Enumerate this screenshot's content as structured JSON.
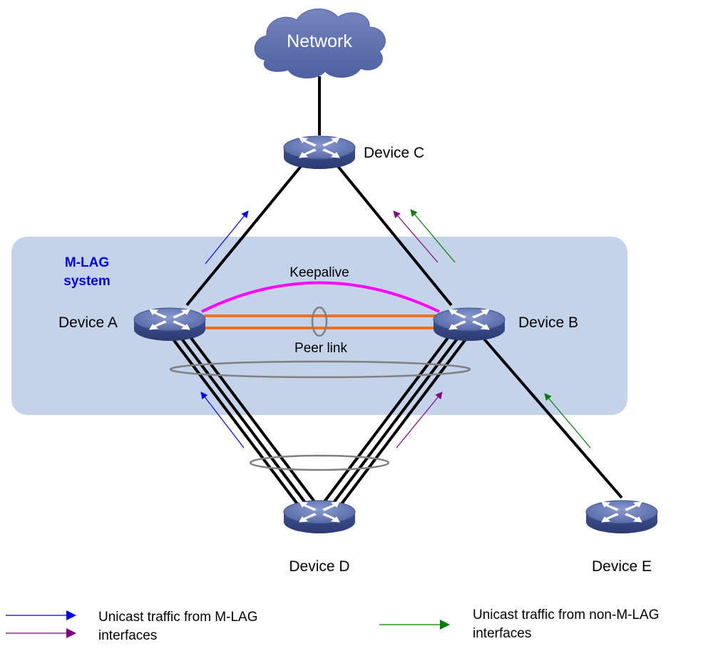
{
  "network": {
    "label": "Network"
  },
  "devices": {
    "a": "Device A",
    "b": "Device B",
    "c": "Device C",
    "d": "Device D",
    "e": "Device E"
  },
  "mlag_system": {
    "line1": "M-LAG",
    "line2": "system"
  },
  "links": {
    "keepalive": "Keepalive",
    "peer_link": "Peer link"
  },
  "legend": {
    "mlag_line1": "Unicast traffic from M-LAG",
    "mlag_line2": "interfaces",
    "non_mlag_line1": "Unicast traffic from non-M-LAG",
    "non_mlag_line2": "interfaces"
  },
  "colors": {
    "mlag_box": "#c5d3ea",
    "device": "#5b6fa8",
    "keepalive": "#ff00ff",
    "peer_link": "#f07020",
    "arrow_blue": "#0000ff",
    "arrow_purple": "#800080",
    "arrow_green": "#008000",
    "aggregation_ring": "#808080"
  },
  "icons": {
    "device": "router-icon",
    "network": "cloud-icon"
  }
}
